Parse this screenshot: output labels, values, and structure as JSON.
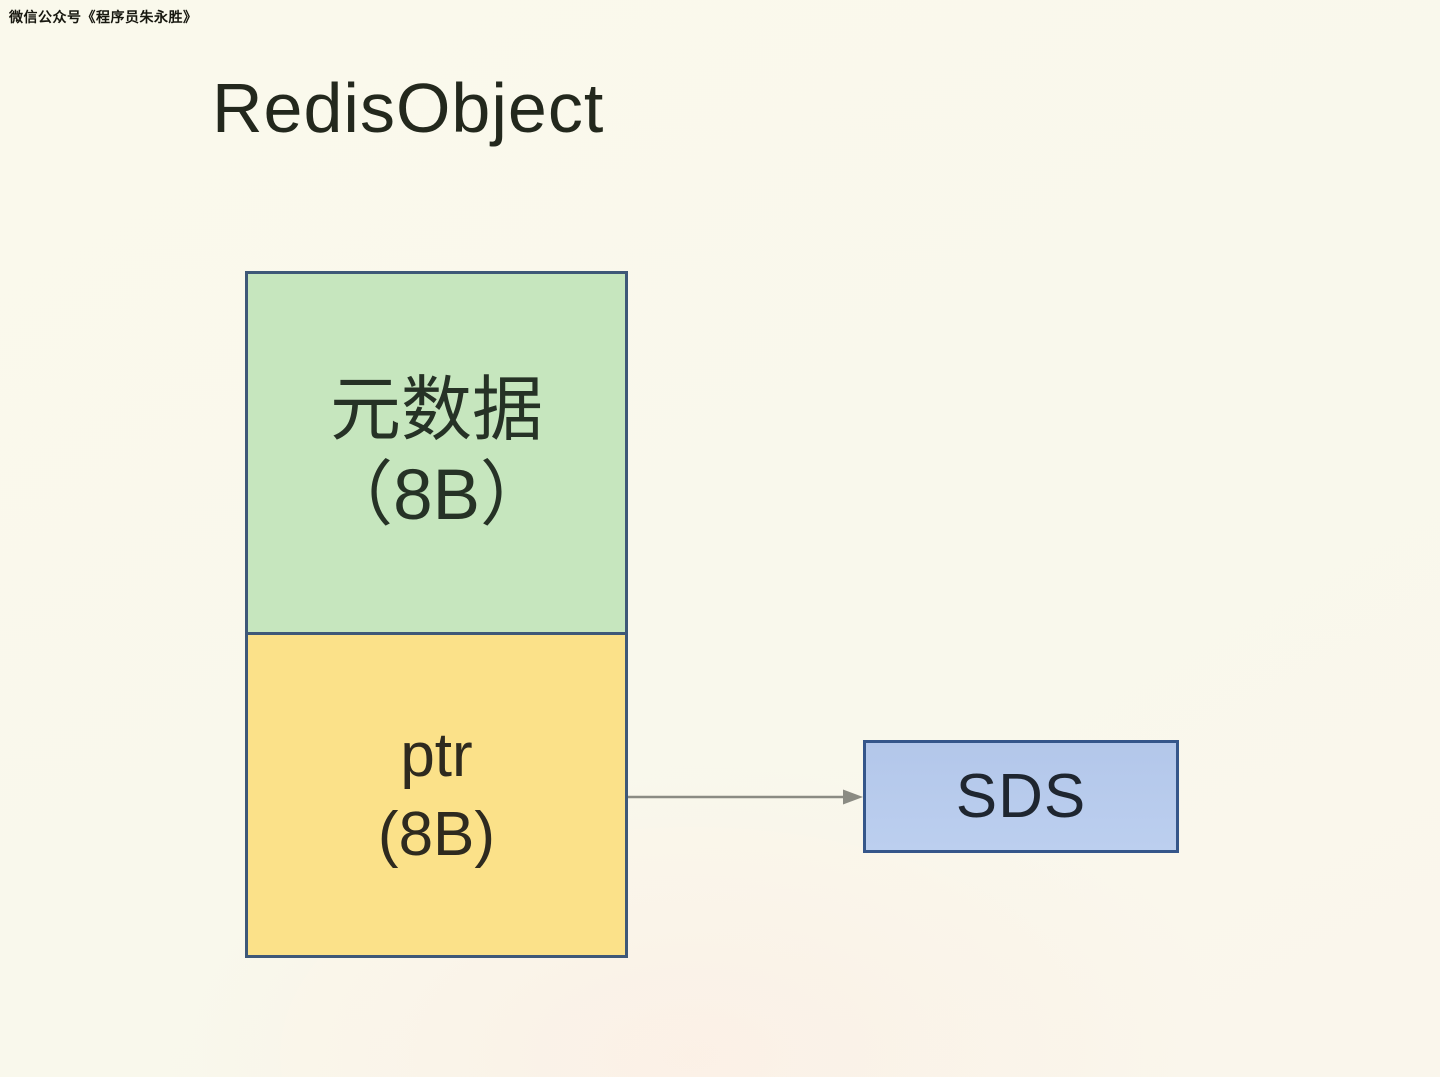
{
  "watermark": "微信公众号《程序员朱永胜》",
  "title": "RedisObject",
  "struct": {
    "cells": [
      {
        "label": "元数据",
        "size": "（8B）"
      },
      {
        "label": "ptr",
        "size": "(8B)"
      }
    ]
  },
  "sds": {
    "label": "SDS"
  },
  "colors": {
    "background": "#f9f8ec",
    "metadata_fill": "#c6e6be",
    "ptr_fill": "#fbe189",
    "sds_fill": "#b8cbec",
    "struct_border": "#3e5878",
    "sds_border": "#35568a",
    "arrow": "#8b8b83",
    "title_text": "#23281d"
  }
}
